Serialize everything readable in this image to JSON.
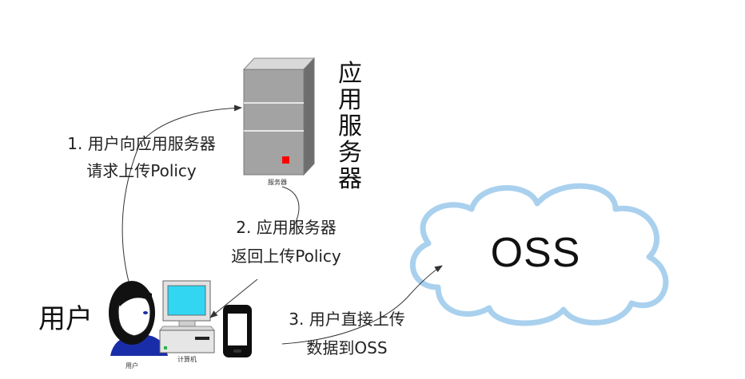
{
  "server": {
    "title_chars": [
      "应",
      "用",
      "服",
      "务",
      "器"
    ],
    "caption": "服务器"
  },
  "user": {
    "title": "用户",
    "caption": "用户"
  },
  "computer": {
    "caption": "计算机"
  },
  "cloud": {
    "label": "OSS"
  },
  "steps": [
    {
      "line1": "1. 用户向应用服务器",
      "line2": "请求上传Policy"
    },
    {
      "line1": "2. 应用服务器",
      "line2": "返回上传Policy"
    },
    {
      "line1": "3. 用户直接上传",
      "line2": "数据到OSS"
    }
  ],
  "colors": {
    "cloud_fill": "#ffffff",
    "cloud_stroke": "#a9d1ee",
    "server_body": "#9a9a9a",
    "server_led": "#ff0000",
    "screen": "#33d6f2",
    "shirt": "#1a2da8"
  }
}
